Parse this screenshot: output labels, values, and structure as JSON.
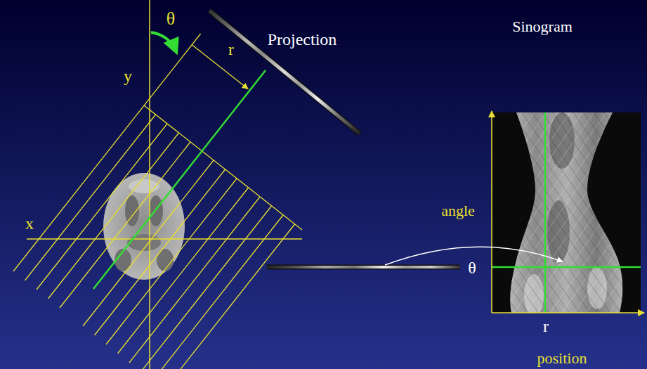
{
  "diagram": {
    "labels": [
      "θ",
      "y",
      "r",
      "x",
      "Projection",
      "Sinogram",
      "angle",
      "θ",
      "r",
      "position"
    ]
  }
}
